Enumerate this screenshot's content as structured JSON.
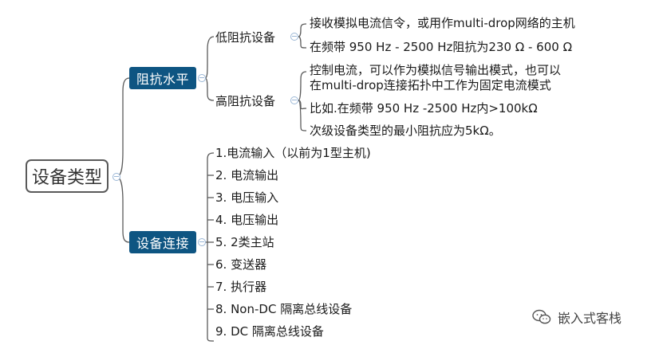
{
  "root": {
    "label": "设备类型"
  },
  "impedance": {
    "label": "阻抗水平",
    "low": {
      "label": "低阻抗设备",
      "items": [
        "接收模拟电流信令，或用作multi-drop网络的主机",
        "在频带 950 Hz - 2500 Hz阻抗为230 Ω - 600 Ω"
      ]
    },
    "high": {
      "label": "高阻抗设备",
      "items": [
        "控制电流，可以作为模拟信号输出模式，也可以",
        "在multi-drop连接拓扑中工作为固定电流模式",
        "比如.在频带 950 Hz -2500 Hz内>100kΩ",
        "次级设备类型的最小阻抗应为5kΩ。"
      ]
    }
  },
  "connection": {
    "label": "设备连接",
    "items": [
      "1.电流输入（以前为1型主机)",
      "2. 电流输出",
      "3. 电压输入",
      "4. 电压输出",
      "5. 2类主站",
      "6. 变送器",
      "7. 执行器",
      "8. Non-DC 隔离总线设备",
      "9. DC 隔离总线设备"
    ]
  },
  "watermark": {
    "text": "嵌入式客栈",
    "icon": "wechat-icon"
  }
}
